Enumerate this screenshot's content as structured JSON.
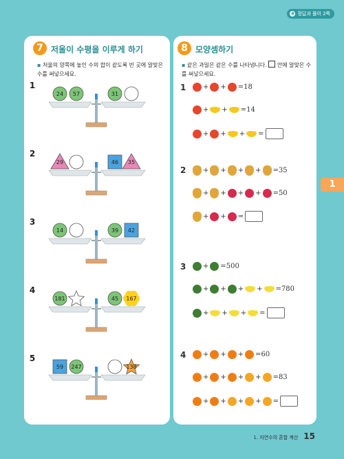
{
  "header": {
    "answer_tag": "정답과 풀이 2쪽"
  },
  "section7": {
    "number": "7",
    "title": "저울이 수평을 이루게 하기",
    "instruction": "저울의 양쪽에 놓인 수의 합이 같도록 빈 곳에 알맞은 수를 써넣으세요.",
    "problems": [
      {
        "num": "1",
        "left": [
          "24",
          "57"
        ],
        "right": [
          "31",
          ""
        ]
      },
      {
        "num": "2",
        "left": [
          "29",
          ""
        ],
        "right": [
          "46",
          "35"
        ]
      },
      {
        "num": "3",
        "left": [
          "14",
          ""
        ],
        "right": [
          "39",
          "42"
        ]
      },
      {
        "num": "4",
        "left": [
          "181",
          ""
        ],
        "right": [
          "45",
          "167"
        ]
      },
      {
        "num": "5",
        "left": [
          "59",
          "247"
        ],
        "right": [
          "",
          "138"
        ]
      }
    ]
  },
  "section8": {
    "number": "8",
    "title": "모양셈하기",
    "instruction_a": "같은 과일은 같은 수를 나타냅니다.",
    "instruction_b": "안에 알맞은 수를 써넣으세요.",
    "groups": [
      {
        "num": "1",
        "rows": [
          {
            "items": [
              "apple",
              "apple",
              "apple"
            ],
            "result": "=18"
          },
          {
            "items": [
              "apple",
              "banana",
              "banana"
            ],
            "result": "=14"
          },
          {
            "items": [
              "apple",
              "apple",
              "banana",
              "banana"
            ],
            "result": "="
          }
        ]
      },
      {
        "num": "2",
        "rows": [
          {
            "items": [
              "pineapple",
              "pineapple",
              "pineapple",
              "pineapple",
              "pineapple"
            ],
            "result": "=35"
          },
          {
            "items": [
              "pineapple",
              "pineapple",
              "raspberry",
              "raspberry",
              "raspberry"
            ],
            "result": "=50"
          },
          {
            "items": [
              "pineapple",
              "raspberry",
              "raspberry"
            ],
            "result": "="
          }
        ]
      },
      {
        "num": "3",
        "rows": [
          {
            "items": [
              "watermelon",
              "watermelon"
            ],
            "result": "=500"
          },
          {
            "items": [
              "watermelon",
              "watermelon",
              "watermelon",
              "lemon",
              "lemon"
            ],
            "result": "=780"
          },
          {
            "items": [
              "watermelon",
              "lemon",
              "lemon",
              "lemon"
            ],
            "result": "="
          }
        ]
      },
      {
        "num": "4",
        "rows": [
          {
            "items": [
              "tangerine",
              "tangerine",
              "tangerine",
              "tangerine"
            ],
            "result": "=60"
          },
          {
            "items": [
              "tangerine",
              "tangerine",
              "tangerine",
              "orange",
              "orange"
            ],
            "result": "=83"
          },
          {
            "items": [
              "tangerine",
              "tangerine",
              "orange",
              "orange",
              "orange"
            ],
            "result": "="
          }
        ]
      }
    ]
  },
  "side_tab": "1",
  "footer": {
    "chapter": "1. 자연수의 혼합 계산",
    "page": "15"
  },
  "colors": {
    "teal": "#6fc9cf",
    "orange": "#f5a623",
    "green_circle": "#7cc576",
    "pink_triangle": "#e887b8",
    "blue_square": "#4aa3df",
    "yellow_flower": "#ffd21f",
    "orange_star": "#f7a23b",
    "apple": "#e8452c",
    "banana": "#f6c81e",
    "pineapple": "#e0a63a",
    "raspberry": "#d72a4d",
    "watermelon": "#3f7d33",
    "lemon": "#f5dc3a",
    "tangerine": "#f07d12"
  }
}
